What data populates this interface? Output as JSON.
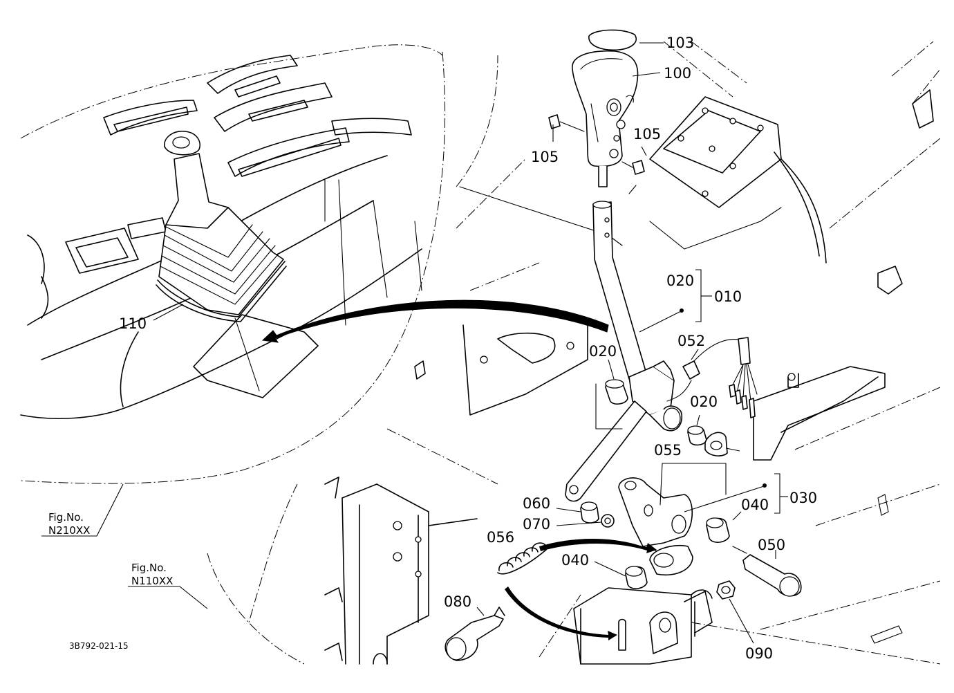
{
  "diagram_code": "3B792-021-15",
  "figure_refs": [
    {
      "caption": "Fig.No.",
      "number": "N210XX"
    },
    {
      "caption": "Fig.No.",
      "number": "N110XX"
    }
  ],
  "callouts": {
    "p103": "103",
    "p100": "100",
    "p105a": "105",
    "p105b": "105",
    "p110": "110",
    "p020a": "020",
    "p010": "010",
    "p052": "052",
    "p020b": "020",
    "p020c": "020",
    "p055": "055",
    "p030": "030",
    "p060": "060",
    "p040a": "040",
    "p070": "070",
    "p056": "056",
    "p040b": "040",
    "p050": "050",
    "p080": "080",
    "p090": "090"
  }
}
